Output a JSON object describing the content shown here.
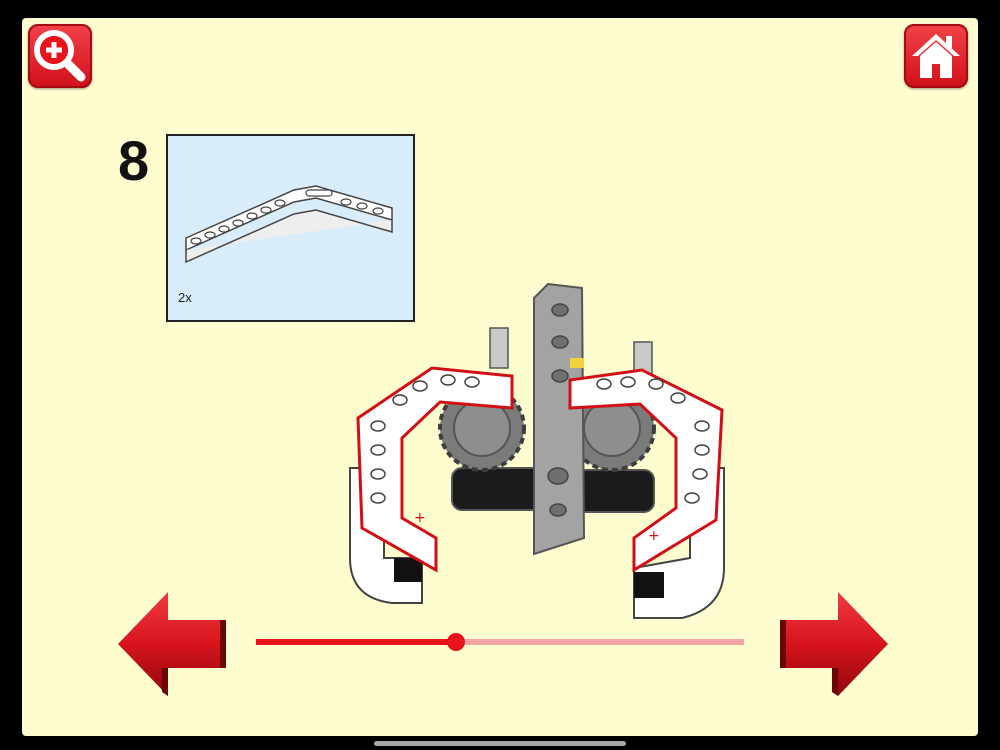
{
  "header": {
    "zoom_icon": "magnifier-plus-icon",
    "home_icon": "home-icon"
  },
  "step": {
    "number": "8",
    "part_quantity": "2x",
    "part_icon": "bent-liftarm-beam-icon"
  },
  "navigation": {
    "prev_icon": "arrow-left-icon",
    "next_icon": "arrow-right-icon",
    "progress": 0.41
  },
  "colors": {
    "accent": "#e8131b",
    "background": "#fefdcf",
    "parts_panel": "#d8ecfa"
  }
}
